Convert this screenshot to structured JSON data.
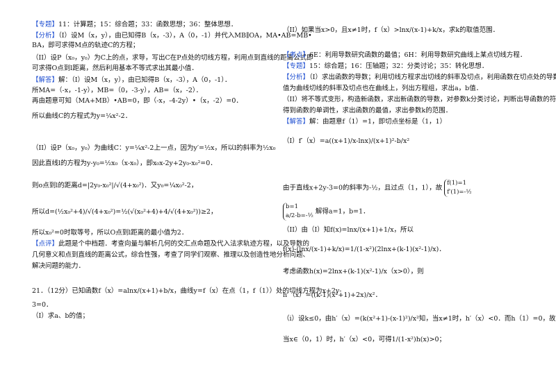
{
  "left": {
    "topic_tag": "【专题】",
    "topic_text": "11：计算题；15：综合题；33：函数思想；36：整体思想．",
    "analysis_tag": "【分析】",
    "analysis_1a": "（I）设M（x，y），由已知得B（x，-3），A（0，-1）并代入",
    "analysis_1b": "MB∥OA，MA•AB=MB•",
    "analysis_1c": "BA，即可求得M点的轨迹C的方程；",
    "analysis_2a": "（II）设P（x₀，y₀）为C上的点，求导，写出C在P点处的切线方程，利用点到直线的距离公式即",
    "analysis_2b": "可求得O点到l距离，然后利用基本不等式求出其最小值．",
    "answer_tag": "【解答】",
    "answer_1": "解：（I）设M（x，y），由已知得B（x，-3），A（0，-1）．",
    "answer_2": "所MA=（-x，-1-y），MB=（0，-3-y），AB=（x，-2）．",
    "answer_3": "再由题意可知（MA+MB）•AB=0，即（-x，-4-2y）•（x，-2）=0．",
    "answer_4": "所以曲线C的方程式为y=¼x²-2．",
    "part2_1": "（II）设P（x₀，y₀）为曲线C：y=¼x²-2上一点，因为y′=½x，所以l的斜率为½x₀",
    "part2_2": "因此直线l的方程为y-y₀=½x₀（x-x₀），即x₀x-2y+2y₀-x₀²=0．",
    "part2_3": "则o点到l的距离d=|2y₀-x₀²|/√(4+x₀²)．又y₀=¼x₀²-2，",
    "part2_4": "所以d=(½x₀²+4)/√(4+x₀²)=½(√(x₀²+4)+4/√(4+x₀²))≥2，",
    "part2_5": "所以x₀²=0时取等号，所以O点到l距离的最小值为2．",
    "comment_tag": "【点评】",
    "comment_1": "此题是个中档题．考查向量与解析几何的交汇点命题及代入法求轨迹方程，以及导数的",
    "comment_2": "几何意义和点到直线的距离公式，综合性强，考查了同学们观察、推理以及创造性地分析问题、",
    "comment_3": "解决问题的能力．",
    "q21_1": "21．（12分）已知函数f（x）=alnx/(x+1)+b/x，曲线y=f（x）在点（1，f（1））处的切线方程为x+2y-",
    "q21_2": "3=0．",
    "q21_3": "（I）求a、b的值；"
  },
  "right": {
    "q21_4": "（II）如果当x>0，且x≠1时，f（x）>lnx/(x-1)+k/x，求k的取值范围．",
    "point_tag": "【考点】",
    "point_text": "6E：利用导数研究函数的最值；6H：利用导数研究曲线上某点切线方程．",
    "topic_tag": "【专题】",
    "topic_text": "15：综合题；16：压轴题；32：分类讨论；35：转化思想．",
    "analysis_tag": "【分析】",
    "analysis_1": "（I）求出函数的导数；利用切线方程求出切线的斜率及切点，利用函数在切点处的导数",
    "analysis_2": "值为曲线切线的斜率及切点也在曲线上，列出方程组，求出a，b值．",
    "analysis_3": "（II）将不等式变形，构造新函数，求出新函数的导数，对参数k分类讨论，判断出导函数的符号，",
    "analysis_4": "得到函数的单调性，求出函数的最值，求出参数k的范围．",
    "answer_tag": "【解答】",
    "answer_1": "解：由题意f（1）=1，即切点坐标是（1，1）",
    "answer_2": "（I）f′（x）=a((x+1)/x-lnx)/(x+1)²-b/x²",
    "answer_3": "由于直线x+2y-3=0的斜率为-½，且过点（1，1），故",
    "answer_3_sys1": "f(1)=1",
    "answer_3_sys2": "f′(1)=-½",
    "answer_4_sys1": "b=1",
    "answer_4_sys2": "a/2-b=-½",
    "answer_4": "解得a=1，b=1．",
    "answer_5": "（II）由（I）知f(x)=lnx/(x+1)+1/x，所以",
    "answer_6": "f(x)-(lnx/(x-1)+k/x)=1/(1-x²)(2lnx+(k-1)(x²-1)/x)．",
    "answer_7": "考虑函数h(x)=2lnx+(k-1)(x²-1)/x（x>0），则",
    "answer_8": "h′（x）=((k-1)(x²+1)+2x)/x²．",
    "answer_9": "（i）设k≤0，由h′（x）=(k(x²+1)-(x-1)²)/x²知，当x≠1时，h′（x）<0．而h（1）=0，故",
    "answer_10": "当x∈（0，1）时，h′（x）<0，可得1/(1-x²)h(x)>0；"
  }
}
